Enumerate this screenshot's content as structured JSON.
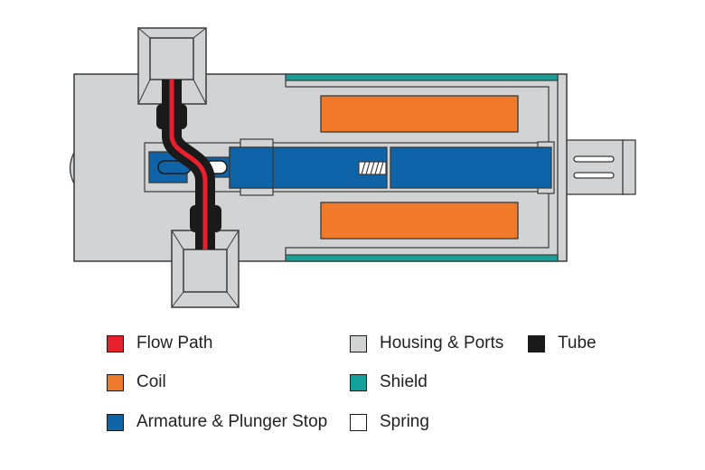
{
  "colors": {
    "flow_path": "#e8202e",
    "coil": "#f07a2a",
    "armature": "#0e64a6",
    "housing": "#d1d3d4",
    "shield": "#14a19a",
    "spring": "#ffffff",
    "tube": "#1a1a1a",
    "outline": "#3a3a3a"
  },
  "legend": [
    {
      "id": "flow-path",
      "label": "Flow Path",
      "color": "#e8202e"
    },
    {
      "id": "coil",
      "label": "Coil",
      "color": "#f07a2a"
    },
    {
      "id": "armature",
      "label": "Armature & Plunger Stop",
      "color": "#0e64a6"
    },
    {
      "id": "housing",
      "label": "Housing & Ports",
      "color": "#d1d3d4"
    },
    {
      "id": "shield",
      "label": "Shield",
      "color": "#14a19a"
    },
    {
      "id": "spring",
      "label": "Spring",
      "color": "#ffffff"
    },
    {
      "id": "tube",
      "label": "Tube",
      "color": "#1a1a1a"
    }
  ]
}
